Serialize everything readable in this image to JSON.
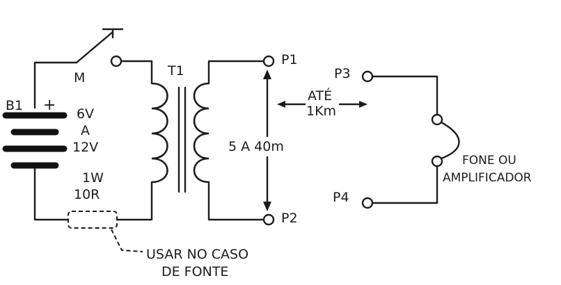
{
  "labels": {
    "battery": "B1",
    "battery_plus": "+",
    "battery_voltage": [
      "6V",
      "A",
      "12V"
    ],
    "switch": "M",
    "transformer": "T1",
    "p1": "P1",
    "p2": "P2",
    "p3": "P3",
    "p4": "P4",
    "distance": "5 A 40m",
    "range": [
      "ATÉ",
      "1Km"
    ],
    "resistor": [
      "1W",
      "10R"
    ],
    "note": [
      "USAR NO CASO",
      "DE FONTE"
    ],
    "output": [
      "FONE OU",
      "AMPLIFICADOR"
    ]
  },
  "colors": {
    "ink": "#1b1b1b",
    "paper": "#ffffff"
  }
}
